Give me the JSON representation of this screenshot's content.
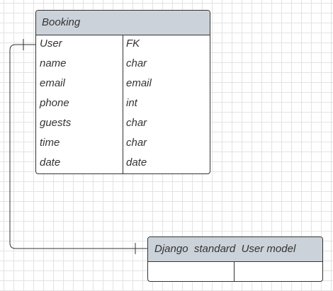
{
  "booking": {
    "title": "Booking",
    "rows": [
      {
        "name": "User",
        "type": "FK"
      },
      {
        "name": "name",
        "type": "char"
      },
      {
        "name": "email",
        "type": "email"
      },
      {
        "name": "phone",
        "type": "int"
      },
      {
        "name": "guests",
        "type": "char"
      },
      {
        "name": "time",
        "type": "char"
      },
      {
        "name": "date",
        "type": "date"
      }
    ]
  },
  "django_user": {
    "title": "Django  standard  User model",
    "rows": [
      {
        "name": "",
        "type": ""
      }
    ]
  },
  "colors": {
    "header_fill": "#ccd2da",
    "line": "#333333",
    "grid": "#e3e3e3"
  }
}
